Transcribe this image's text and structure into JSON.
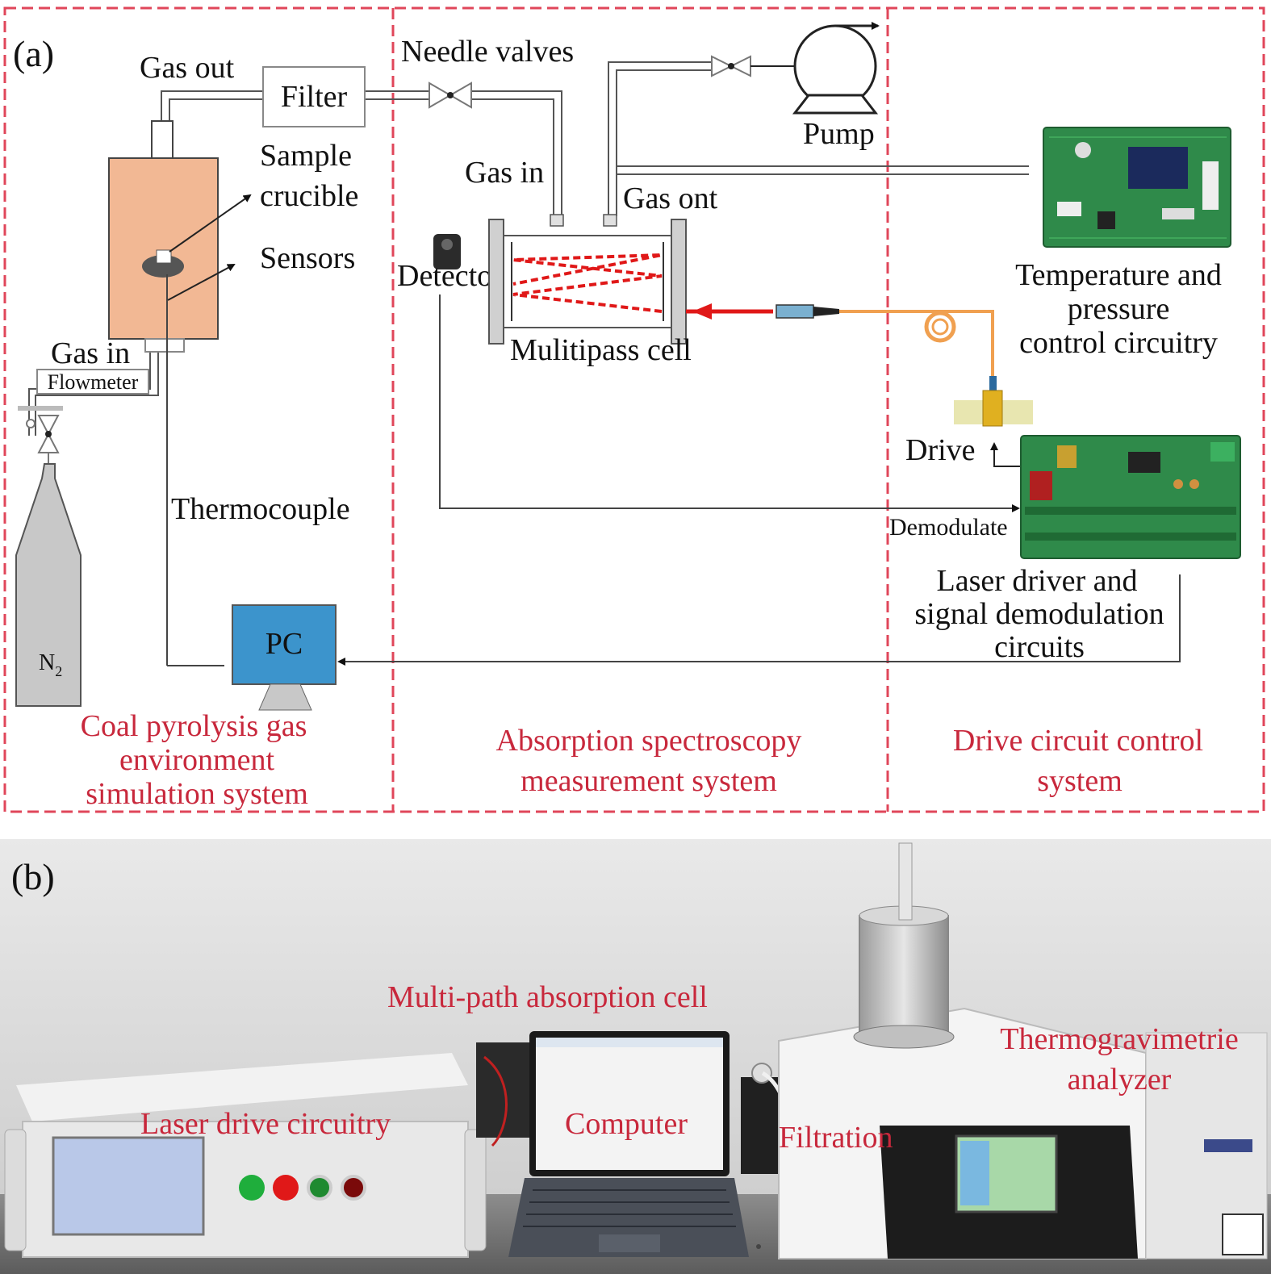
{
  "colors": {
    "dash_border": "#e0465a",
    "caption_red": "#c8283c",
    "furnace": "#f2b894",
    "pc_blue": "#3c94cc",
    "cylinder": "#c8c8c8",
    "laser_red": "#e01818",
    "fiber_orange": "#f0a050",
    "pcb_green": "#2f8a4a"
  },
  "panel_a": {
    "label": "(a)",
    "gas_out": "Gas out",
    "filter": "Filter",
    "needle_valves": "Needle valves",
    "pump": "Pump",
    "sample": "Sample",
    "crucible": "crucible",
    "sensors": "Sensors",
    "gas_in_cell": "Gas in",
    "gas_ont": "Gas ont",
    "detector": "Detector",
    "multipass": "Mulitipass cell",
    "gas_in_left": "Gas in",
    "flowmeter": "Flowmeter",
    "thermocouple": "Thermocouple",
    "pc": "PC",
    "n2": "N",
    "n2_sub": "2",
    "temp_l1": "Temperature and",
    "temp_l2": "pressure",
    "temp_l3": "control circuitry",
    "drive": "Drive",
    "demodulate": "Demodulate",
    "laser_l1": "Laser driver and",
    "laser_l2": "signal demodulation",
    "laser_l3": "circuits",
    "sys1_l1": "Coal pyrolysis gas",
    "sys1_l2": "environment",
    "sys1_l3": "simulation system",
    "sys2_l1": "Absorption spectroscopy",
    "sys2_l2": "measurement system",
    "sys3_l1": "Drive circuit control",
    "sys3_l2": "system"
  },
  "panel_b": {
    "label": "(b)",
    "multi_path": "Multi-path absorption cell",
    "thermo_l1": "Thermogravimetrie",
    "thermo_l2": "analyzer",
    "laser_drive": "Laser drive circuitry",
    "computer": "Computer",
    "filtration": "Filtration"
  }
}
